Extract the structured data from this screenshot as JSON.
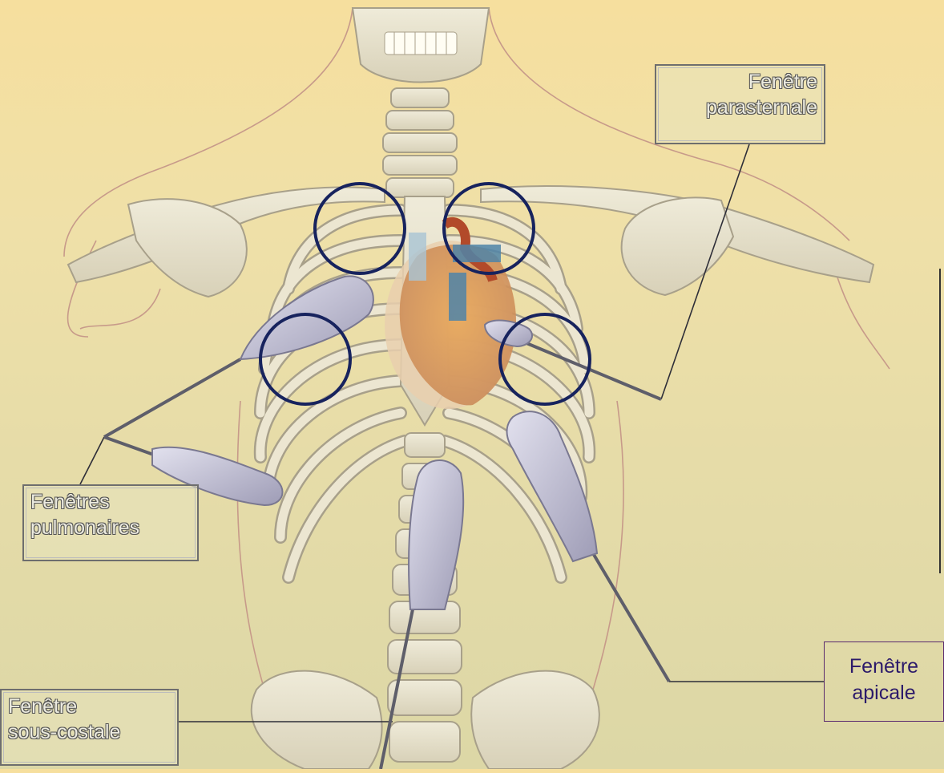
{
  "labels": {
    "parasternal": [
      "Fenêtre",
      "parasternale"
    ],
    "pulmonaires": [
      "Fenêtres",
      "pulmonaires"
    ],
    "sous_costale": [
      "Fenêtre",
      "sous-costale"
    ],
    "apicale": [
      "Fenêtre",
      "apicale"
    ]
  },
  "colors": {
    "background_top": "#f6df9e",
    "background_bottom": "#dcd7a6",
    "bone": "#e9e4d0",
    "bone_outline": "#a8a08a",
    "window_circle": "#17235e",
    "probe": "#c9c7d8",
    "heart": "#d9923f",
    "apicale_text": "#2c1a6a"
  }
}
